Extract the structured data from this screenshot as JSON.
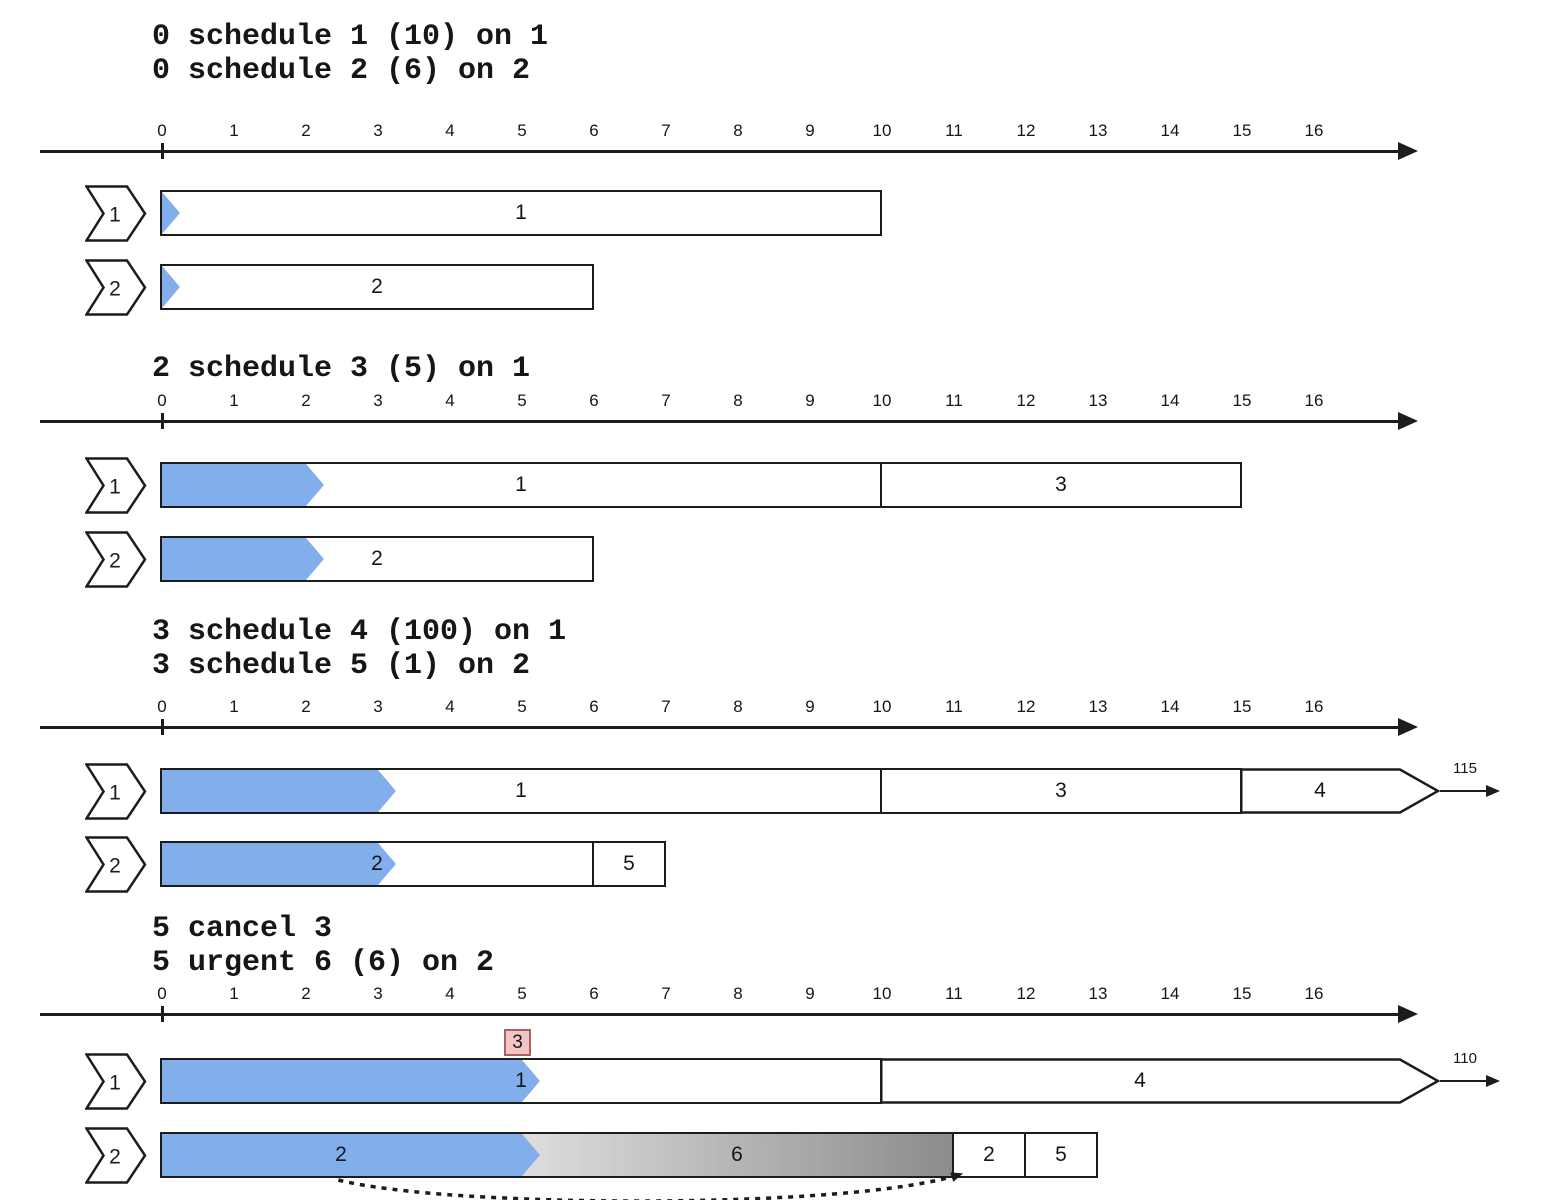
{
  "colors": {
    "ink": "#1c1c1c",
    "blue": "#82aeec",
    "bar_fill": "#ffffff",
    "cancel_fill": "#f1c5c5",
    "cancel_border": "#a96060",
    "grad_from": "#dedede",
    "grad_to": "#8c8c8c"
  },
  "axis_ticks": [
    "0",
    "1",
    "2",
    "3",
    "4",
    "5",
    "6",
    "7",
    "8",
    "9",
    "10",
    "11",
    "12",
    "13",
    "14",
    "15",
    "16"
  ],
  "panels": [
    {
      "events": [
        "0 schedule 1 (10) on 1",
        "0 schedule 2 (6) on 2"
      ],
      "rows": [
        {
          "machine": "1",
          "progress": 0,
          "segments": [
            {
              "label": "1",
              "start": 0,
              "end": 10
            }
          ]
        },
        {
          "machine": "2",
          "progress": 0,
          "segments": [
            {
              "label": "2",
              "start": 0,
              "end": 6
            }
          ]
        }
      ]
    },
    {
      "events": [
        "2 schedule 3 (5) on 1"
      ],
      "rows": [
        {
          "machine": "1",
          "progress": 2,
          "segments": [
            {
              "label": "1",
              "start": 0,
              "end": 10
            },
            {
              "label": "3",
              "start": 10,
              "end": 15
            }
          ]
        },
        {
          "machine": "2",
          "progress": 2,
          "segments": [
            {
              "label": "2",
              "start": 0,
              "end": 6
            }
          ]
        }
      ]
    },
    {
      "events": [
        "3 schedule 4 (100) on 1",
        "3 schedule 5 (1) on 2"
      ],
      "rows": [
        {
          "machine": "1",
          "progress": 3,
          "segments": [
            {
              "label": "1",
              "start": 0,
              "end": 10
            },
            {
              "label": "3",
              "start": 10,
              "end": 15
            },
            {
              "label": "4",
              "start": 15,
              "overflow": true,
              "end_label": "115"
            }
          ]
        },
        {
          "machine": "2",
          "progress": 3,
          "segments": [
            {
              "label": "2",
              "start": 0,
              "end": 6
            },
            {
              "label": "5",
              "start": 6,
              "end": 7
            }
          ]
        }
      ]
    },
    {
      "events": [
        "5 cancel 3",
        "5 urgent 6 (6) on 2"
      ],
      "cancel_marker": {
        "label": "3",
        "time": 5
      },
      "move_arrow": {
        "from_time": 2.45,
        "to_time": 11.1
      },
      "rows": [
        {
          "machine": "1",
          "progress": 5,
          "segments": [
            {
              "label": "1",
              "start": 0,
              "end": 10
            },
            {
              "label": "4",
              "start": 10,
              "overflow": true,
              "end_label": "110"
            }
          ]
        },
        {
          "machine": "2",
          "progress": 5,
          "segments": [
            {
              "label": "2",
              "start": 0,
              "end": 5
            },
            {
              "label": "6",
              "start": 5,
              "end": 11,
              "gradient": true
            },
            {
              "label": "2",
              "start": 11,
              "end": 12
            },
            {
              "label": "5",
              "start": 12,
              "end": 13
            }
          ]
        }
      ]
    }
  ]
}
